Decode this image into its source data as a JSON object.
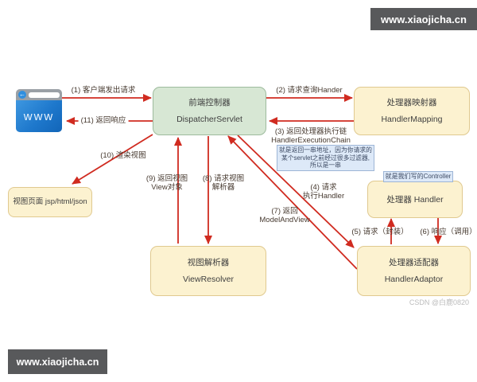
{
  "banners": {
    "top": {
      "text": "www.xiaojicha.cn"
    },
    "bottom": {
      "text": "www.xiaojicha.cn"
    }
  },
  "browser_icon": {
    "label": "www"
  },
  "nodes": {
    "dispatcher": {
      "title": "前端控制器",
      "subtitle": "DispatcherServlet"
    },
    "handler_mapping": {
      "title": "处理器映射器",
      "subtitle": "HandlerMapping"
    },
    "handler": {
      "title": "处理器 Handler"
    },
    "handler_adaptor": {
      "title": "处理器适配器",
      "subtitle": "HandlerAdaptor"
    },
    "view_resolver": {
      "title": "视图解析器",
      "subtitle": "ViewResolver"
    },
    "view_page": {
      "title": "视图页面 jsp/html/json"
    }
  },
  "notes": {
    "chain_note": {
      "lines": [
        "就是返回一串地址，因为你请求的",
        "某个servlet之前经过很多过滤器,",
        "所以是一串"
      ]
    },
    "controller_note": {
      "text": "就是我们写的Controller"
    }
  },
  "edges": {
    "e1": {
      "label": "(1) 客户端发出请求"
    },
    "e2": {
      "label": "(2) 请求查询Hander"
    },
    "e3": {
      "lines": [
        "(3) 返回处理器执行链",
        "HandlerExecutionChain"
      ]
    },
    "e4": {
      "lines": [
        "(4) 请求",
        "执行Handler"
      ]
    },
    "e5": {
      "label": "(5) 请求（封装）"
    },
    "e6": {
      "label": "(6) 响应（调用）"
    },
    "e7": {
      "lines": [
        "(7) 返回",
        "ModelAndView"
      ]
    },
    "e8": {
      "lines": [
        "(8) 请求视图",
        "解析器"
      ]
    },
    "e9": {
      "lines": [
        "(9) 返回视图",
        "View对象"
      ]
    },
    "e10": {
      "label": "(10) 渲染视图"
    },
    "e11": {
      "label": "(11) 返回响应"
    }
  },
  "watermark": {
    "text": "CSDN @白鹿0820"
  },
  "colors": {
    "arrow": "#d02b20",
    "node_green": "#d7e7d4",
    "node_yellow": "#fcf2d0",
    "note_blue": "#dde9f8"
  }
}
